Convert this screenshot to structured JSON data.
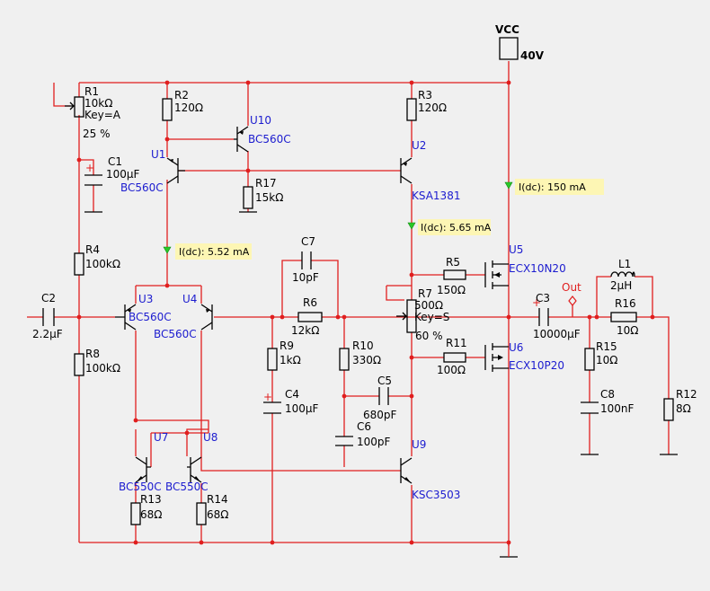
{
  "supply": {
    "name": "VCC",
    "voltage": "40V"
  },
  "components": [
    {
      "ref": "R1",
      "value": "10kΩ",
      "extra": "Key=A",
      "setting": "25 %"
    },
    {
      "ref": "R2",
      "value": "120Ω"
    },
    {
      "ref": "R3",
      "value": "120Ω"
    },
    {
      "ref": "R4",
      "value": "100kΩ"
    },
    {
      "ref": "R5",
      "value": "150Ω"
    },
    {
      "ref": "R6",
      "value": "12kΩ"
    },
    {
      "ref": "R7",
      "value": "500Ω",
      "extra": "Key=S",
      "setting": "60 %"
    },
    {
      "ref": "R8",
      "value": "100kΩ"
    },
    {
      "ref": "R9",
      "value": "1kΩ"
    },
    {
      "ref": "R10",
      "value": "330Ω"
    },
    {
      "ref": "R11",
      "value": "100Ω"
    },
    {
      "ref": "R12",
      "value": "8Ω"
    },
    {
      "ref": "R13",
      "value": "68Ω"
    },
    {
      "ref": "R14",
      "value": "68Ω"
    },
    {
      "ref": "R15",
      "value": "10Ω"
    },
    {
      "ref": "R16",
      "value": "10Ω"
    },
    {
      "ref": "R17",
      "value": "15kΩ"
    },
    {
      "ref": "C1",
      "value": "100µF"
    },
    {
      "ref": "C2",
      "value": "2.2µF"
    },
    {
      "ref": "C3",
      "value": "10000µF"
    },
    {
      "ref": "C4",
      "value": "100µF"
    },
    {
      "ref": "C5",
      "value": "680pF"
    },
    {
      "ref": "C6",
      "value": "100pF"
    },
    {
      "ref": "C7",
      "value": "10pF"
    },
    {
      "ref": "C8",
      "value": "100nF"
    },
    {
      "ref": "L1",
      "value": "2µH"
    }
  ],
  "transistors": [
    {
      "ref": "U1",
      "part": "BC560C"
    },
    {
      "ref": "U2",
      "part": "KSA1381"
    },
    {
      "ref": "U3",
      "part": "BC560C"
    },
    {
      "ref": "U4",
      "part": "BC560C"
    },
    {
      "ref": "U5",
      "part": "ECX10N20"
    },
    {
      "ref": "U6",
      "part": "ECX10P20"
    },
    {
      "ref": "U7",
      "part": "BC550C"
    },
    {
      "ref": "U8",
      "part": "BC550C"
    },
    {
      "ref": "U9",
      "part": "KSC3503"
    },
    {
      "ref": "U10",
      "part": "BC560C"
    }
  ],
  "probes": [
    {
      "label": "I(dc): 150 mA"
    },
    {
      "label": "I(dc): 5.65 mA"
    },
    {
      "label": "I(dc): 5.52 mA"
    }
  ],
  "output_label": "Out",
  "colors": {
    "wire": "#e01e1e",
    "component": "#000000",
    "ref_text": "#1c1ccf",
    "probe_bg": "#fdf6b4",
    "probe_arrow": "#28c828",
    "background": "#f0f0f0"
  }
}
